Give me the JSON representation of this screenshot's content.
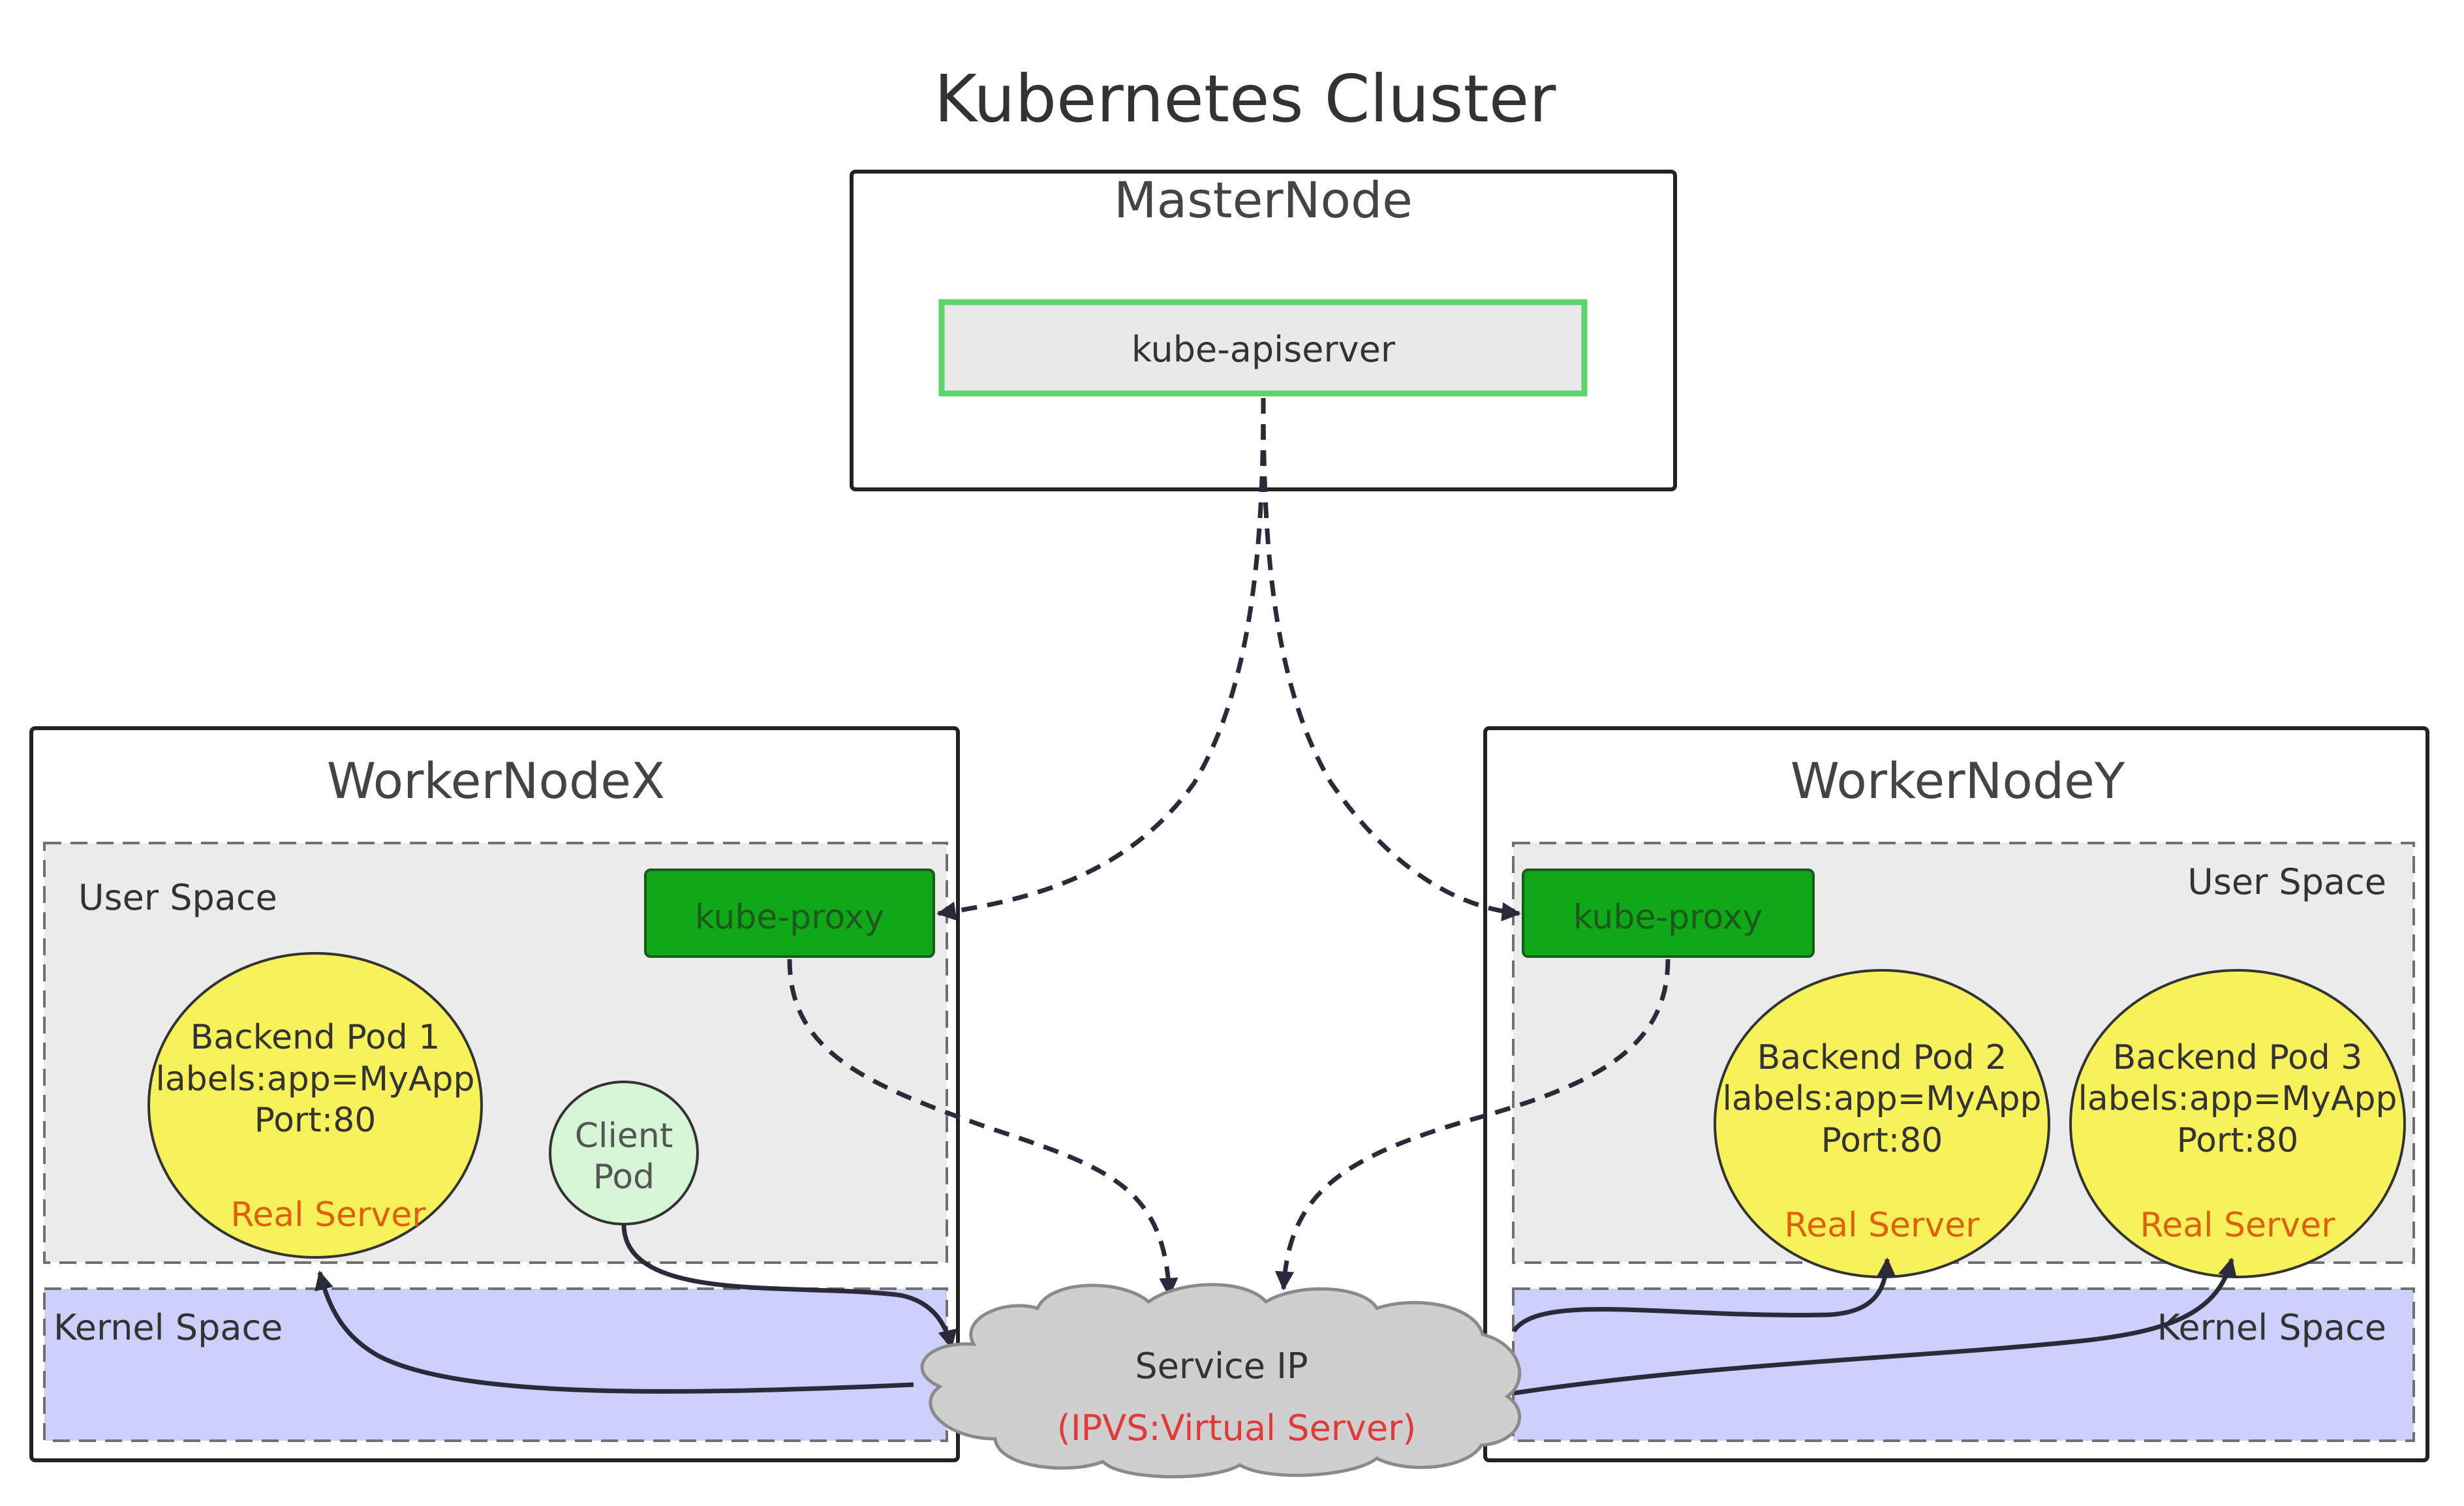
{
  "title": "Kubernetes Cluster",
  "master": {
    "title": "MasterNode",
    "apiserver": "kube-apiserver"
  },
  "workerX": {
    "title": "WorkerNodeX",
    "user_space": "User Space",
    "kernel_space": "Kernel Space",
    "proxy": "kube-proxy",
    "backend_pod": {
      "name": "Backend Pod 1",
      "labels": "labels:app=MyApp",
      "port": "Port:80",
      "role": "Real Server"
    },
    "client_pod": {
      "line1": "Client",
      "line2": "Pod"
    }
  },
  "workerY": {
    "title": "WorkerNodeY",
    "user_space": "User Space",
    "kernel_space": "Kernel Space",
    "proxy": "kube-proxy",
    "backend_pods": [
      {
        "name": "Backend Pod 2",
        "labels": "labels:app=MyApp",
        "port": "Port:80",
        "role": "Real Server"
      },
      {
        "name": "Backend Pod 3",
        "labels": "labels:app=MyApp",
        "port": "Port:80",
        "role": "Real Server"
      }
    ]
  },
  "service": {
    "label": "Service IP",
    "sublabel": "(IPVS:Virtual Server)"
  },
  "colors": {
    "proxy_green": "#10a818",
    "apiserver_border": "#5fd36a",
    "pod_yellow": "#f8f25a",
    "client_green": "#d6f5d6",
    "user_space_gray": "#ebebeb",
    "kernel_space_blue": "#ccd0fb",
    "cloud_gray": "#cfcfcf",
    "real_server_orange": "#e06010",
    "ipvs_red": "#e03a3a"
  }
}
